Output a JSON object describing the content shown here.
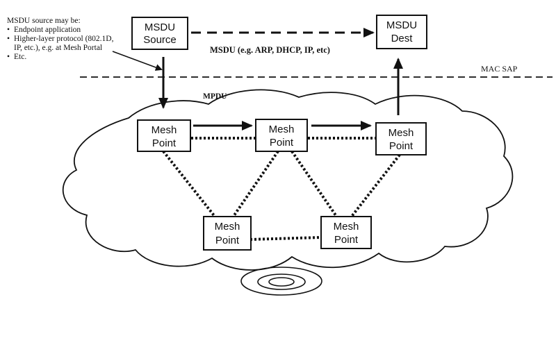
{
  "source_note": {
    "heading": "MSDU source may be:",
    "items": [
      "Endpoint application",
      "Higher-layer protocol (802.1D, IP, etc.), e.g. at Mesh Portal",
      "Etc."
    ]
  },
  "msdu_source": {
    "line1": "MSDU",
    "line2": "Source"
  },
  "msdu_dest": {
    "line1": "MSDU",
    "line2": "Dest"
  },
  "msdu_label": "MSDU (e.g. ARP, DHCP, IP, etc)",
  "mac_sap_label": "MAC SAP",
  "mpdu_label": "MPDU",
  "mesh_points": [
    {
      "line1": "Mesh",
      "line2": "Point"
    },
    {
      "line1": "Mesh",
      "line2": "Point"
    },
    {
      "line1": "Mesh",
      "line2": "Point"
    },
    {
      "line1": "Mesh",
      "line2": "Point"
    },
    {
      "line1": "Mesh",
      "line2": "Point"
    }
  ],
  "colors": {
    "ink": "#111111",
    "background": "#ffffff"
  }
}
